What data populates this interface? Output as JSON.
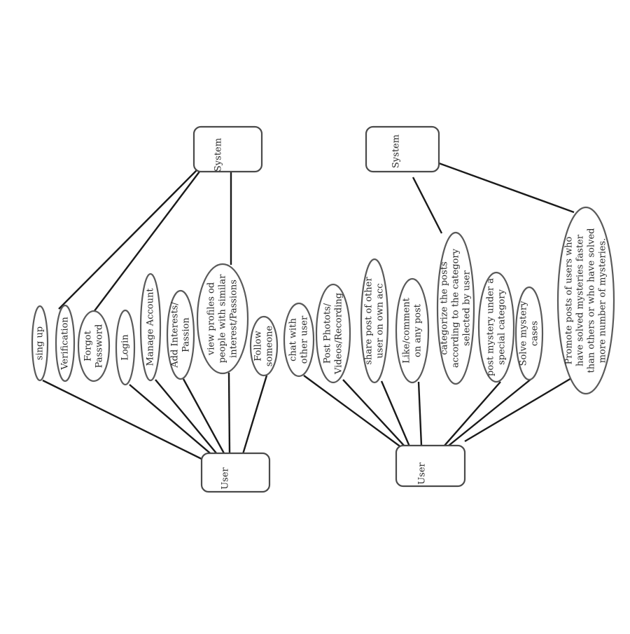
{
  "diagram": {
    "actors": [
      {
        "id": "system1",
        "label": "System"
      },
      {
        "id": "user1",
        "label": "User"
      },
      {
        "id": "system2",
        "label": "System"
      },
      {
        "id": "user2",
        "label": "User"
      }
    ],
    "use_cases": [
      {
        "id": "uc1",
        "lines": [
          "sing up"
        ]
      },
      {
        "id": "uc2",
        "lines": [
          "Verification"
        ]
      },
      {
        "id": "uc3",
        "lines": [
          "Forgot",
          "Password"
        ]
      },
      {
        "id": "uc4",
        "lines": [
          "Login"
        ]
      },
      {
        "id": "uc5",
        "lines": [
          "Manage Account"
        ]
      },
      {
        "id": "uc6",
        "lines": [
          "Add Interests/",
          "Passion"
        ]
      },
      {
        "id": "uc7",
        "lines": [
          "view profiles od",
          "people with similar",
          "interest/Passions"
        ]
      },
      {
        "id": "uc8",
        "lines": [
          "Follow",
          "someone"
        ]
      },
      {
        "id": "uc9",
        "lines": [
          "chat with",
          "other user"
        ]
      },
      {
        "id": "uc10",
        "lines": [
          "Post Photots/",
          "Videos/Recording"
        ]
      },
      {
        "id": "uc11",
        "lines": [
          "share post of other",
          "user on own acc"
        ]
      },
      {
        "id": "uc12",
        "lines": [
          "Like/comment",
          "on any post"
        ]
      },
      {
        "id": "uc13",
        "lines": [
          "categorize the posts",
          "according to the category",
          "selected by user"
        ]
      },
      {
        "id": "uc14",
        "lines": [
          "post mystery under a",
          "special category"
        ]
      },
      {
        "id": "uc15",
        "lines": [
          "Solve mystery",
          "cases"
        ]
      },
      {
        "id": "uc16",
        "lines": [
          "Promote posts of users who",
          "have solved mysteries faster",
          "than others or who have solved",
          "more number of mysteries."
        ]
      }
    ],
    "associations": [
      [
        "system1",
        "uc2"
      ],
      [
        "system1",
        "uc3"
      ],
      [
        "system1",
        "uc7"
      ],
      [
        "user1",
        "uc1"
      ],
      [
        "user1",
        "uc4"
      ],
      [
        "user1",
        "uc5"
      ],
      [
        "user1",
        "uc6"
      ],
      [
        "user1",
        "uc7"
      ],
      [
        "user1",
        "uc8"
      ],
      [
        "system2",
        "uc13"
      ],
      [
        "system2",
        "uc16"
      ],
      [
        "user2",
        "uc9"
      ],
      [
        "user2",
        "uc10"
      ],
      [
        "user2",
        "uc11"
      ],
      [
        "user2",
        "uc12"
      ],
      [
        "user2",
        "uc14"
      ],
      [
        "user2",
        "uc15"
      ],
      [
        "user2",
        "uc16"
      ]
    ]
  }
}
